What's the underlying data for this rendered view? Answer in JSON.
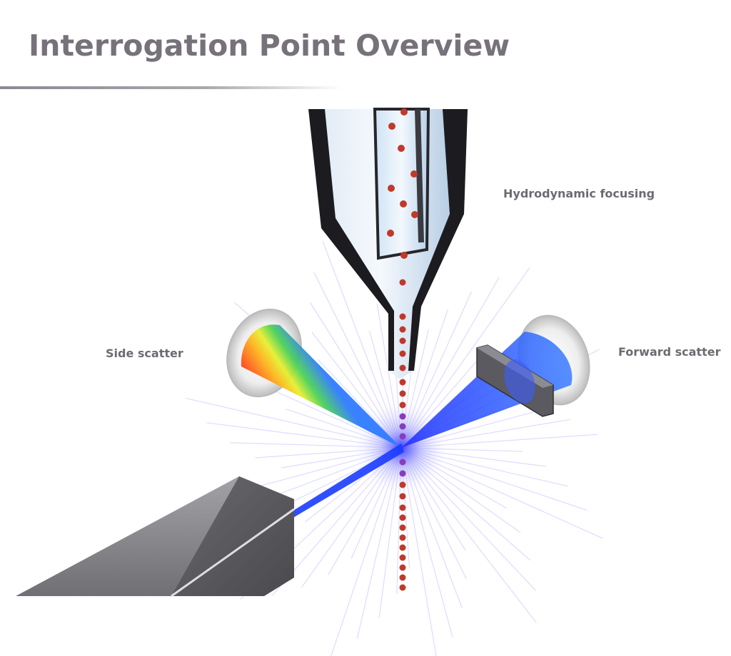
{
  "title": "Interrogation Point Overview",
  "labels": {
    "hydrodynamic_focusing": "Hydrodynamic focusing",
    "side_scatter": "Side scatter",
    "forward_scatter": "Forward scatter"
  },
  "colors": {
    "title_text": "#77727a",
    "label_text": "#6e6a72",
    "laser_beam": "#1a3cff",
    "particle": "#c0392b",
    "nozzle_dark": "#1c1c20",
    "laser_housing": "#8a8a8e"
  }
}
